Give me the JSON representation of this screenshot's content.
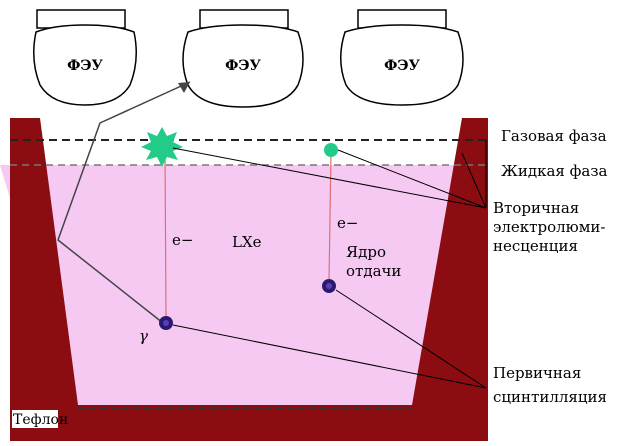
{
  "pmts": [
    {
      "label": "ФЭУ"
    },
    {
      "label": "ФЭУ"
    },
    {
      "label": "ФЭУ"
    }
  ],
  "labels": {
    "gas_phase": "Газовая фаза",
    "liquid_phase": "Жидкая фаза",
    "secondary_line1": "Вторичная",
    "secondary_line2": "электролюми-",
    "secondary_line3": "несценция",
    "primary_line1": "Первичная",
    "primary_line2": "сцинтилляция",
    "teflon": "Тефлон",
    "lxe": "LXe",
    "electron_left": "e−",
    "electron_right": "e−",
    "recoil_line1": "Ядро",
    "recoil_line2": "отдачи",
    "gamma": "γ"
  },
  "colors": {
    "liquid": "#f6c9f3",
    "teflon": "#8b0d12",
    "flash": "#22cc88",
    "primary": "#2a1a6e",
    "drift": "#e07070"
  }
}
